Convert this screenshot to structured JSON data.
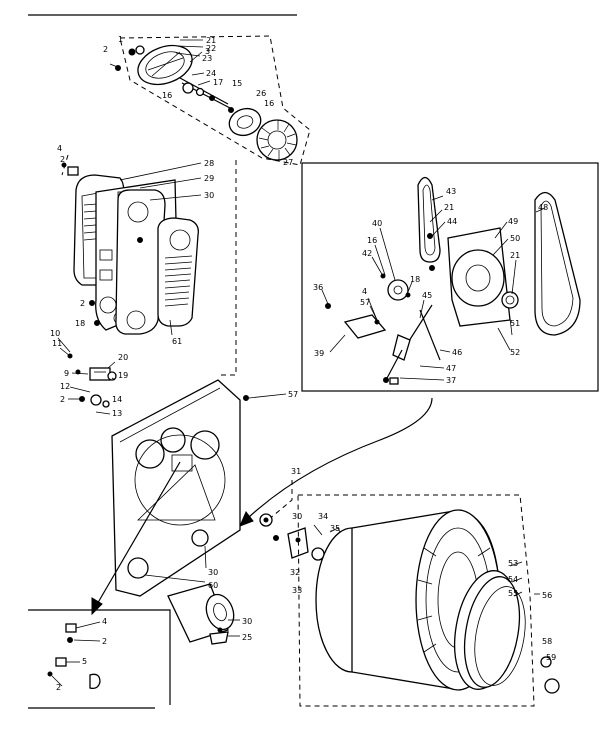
{
  "labels": {
    "l1": "1",
    "l21a": "21",
    "l22": "22",
    "l2a": "2",
    "l23": "23",
    "l3": "3",
    "l24": "24",
    "l17": "17",
    "l16a": "16",
    "l15": "15",
    "l26": "26",
    "l16b": "16",
    "l27": "27",
    "l4a": "4",
    "l2b": "2",
    "l28": "28",
    "l29": "29",
    "l30a": "30",
    "l2c": "2",
    "l18a": "18",
    "l61": "61",
    "l10": "10",
    "l11": "11",
    "l20": "20",
    "l9": "9",
    "l19": "19",
    "l12": "12",
    "l14": "14",
    "l2d": "2",
    "l13": "13",
    "l57a": "57",
    "l43": "43",
    "l21b": "21",
    "l44": "44",
    "l48": "48",
    "l49": "49",
    "l40": "40",
    "l16c": "16",
    "l50": "50",
    "l42": "42",
    "l18b": "18",
    "l21c": "21",
    "l36": "36",
    "l4b": "4",
    "l57b": "57",
    "l45": "45",
    "l51": "51",
    "l52": "52",
    "l39": "39",
    "l46": "46",
    "l47": "47",
    "l37": "37",
    "l31": "31",
    "l34": "34",
    "l30b": "30",
    "l35": "35",
    "l32": "32",
    "l33": "33",
    "l30c": "30",
    "l60": "60",
    "l30d": "30",
    "l25": "25",
    "l53": "53",
    "l54": "54",
    "l55": "55",
    "l56": "56",
    "l58": "58",
    "l59": "59",
    "l4c": "4",
    "l2e": "2",
    "l5": "5",
    "l2f": "2"
  }
}
